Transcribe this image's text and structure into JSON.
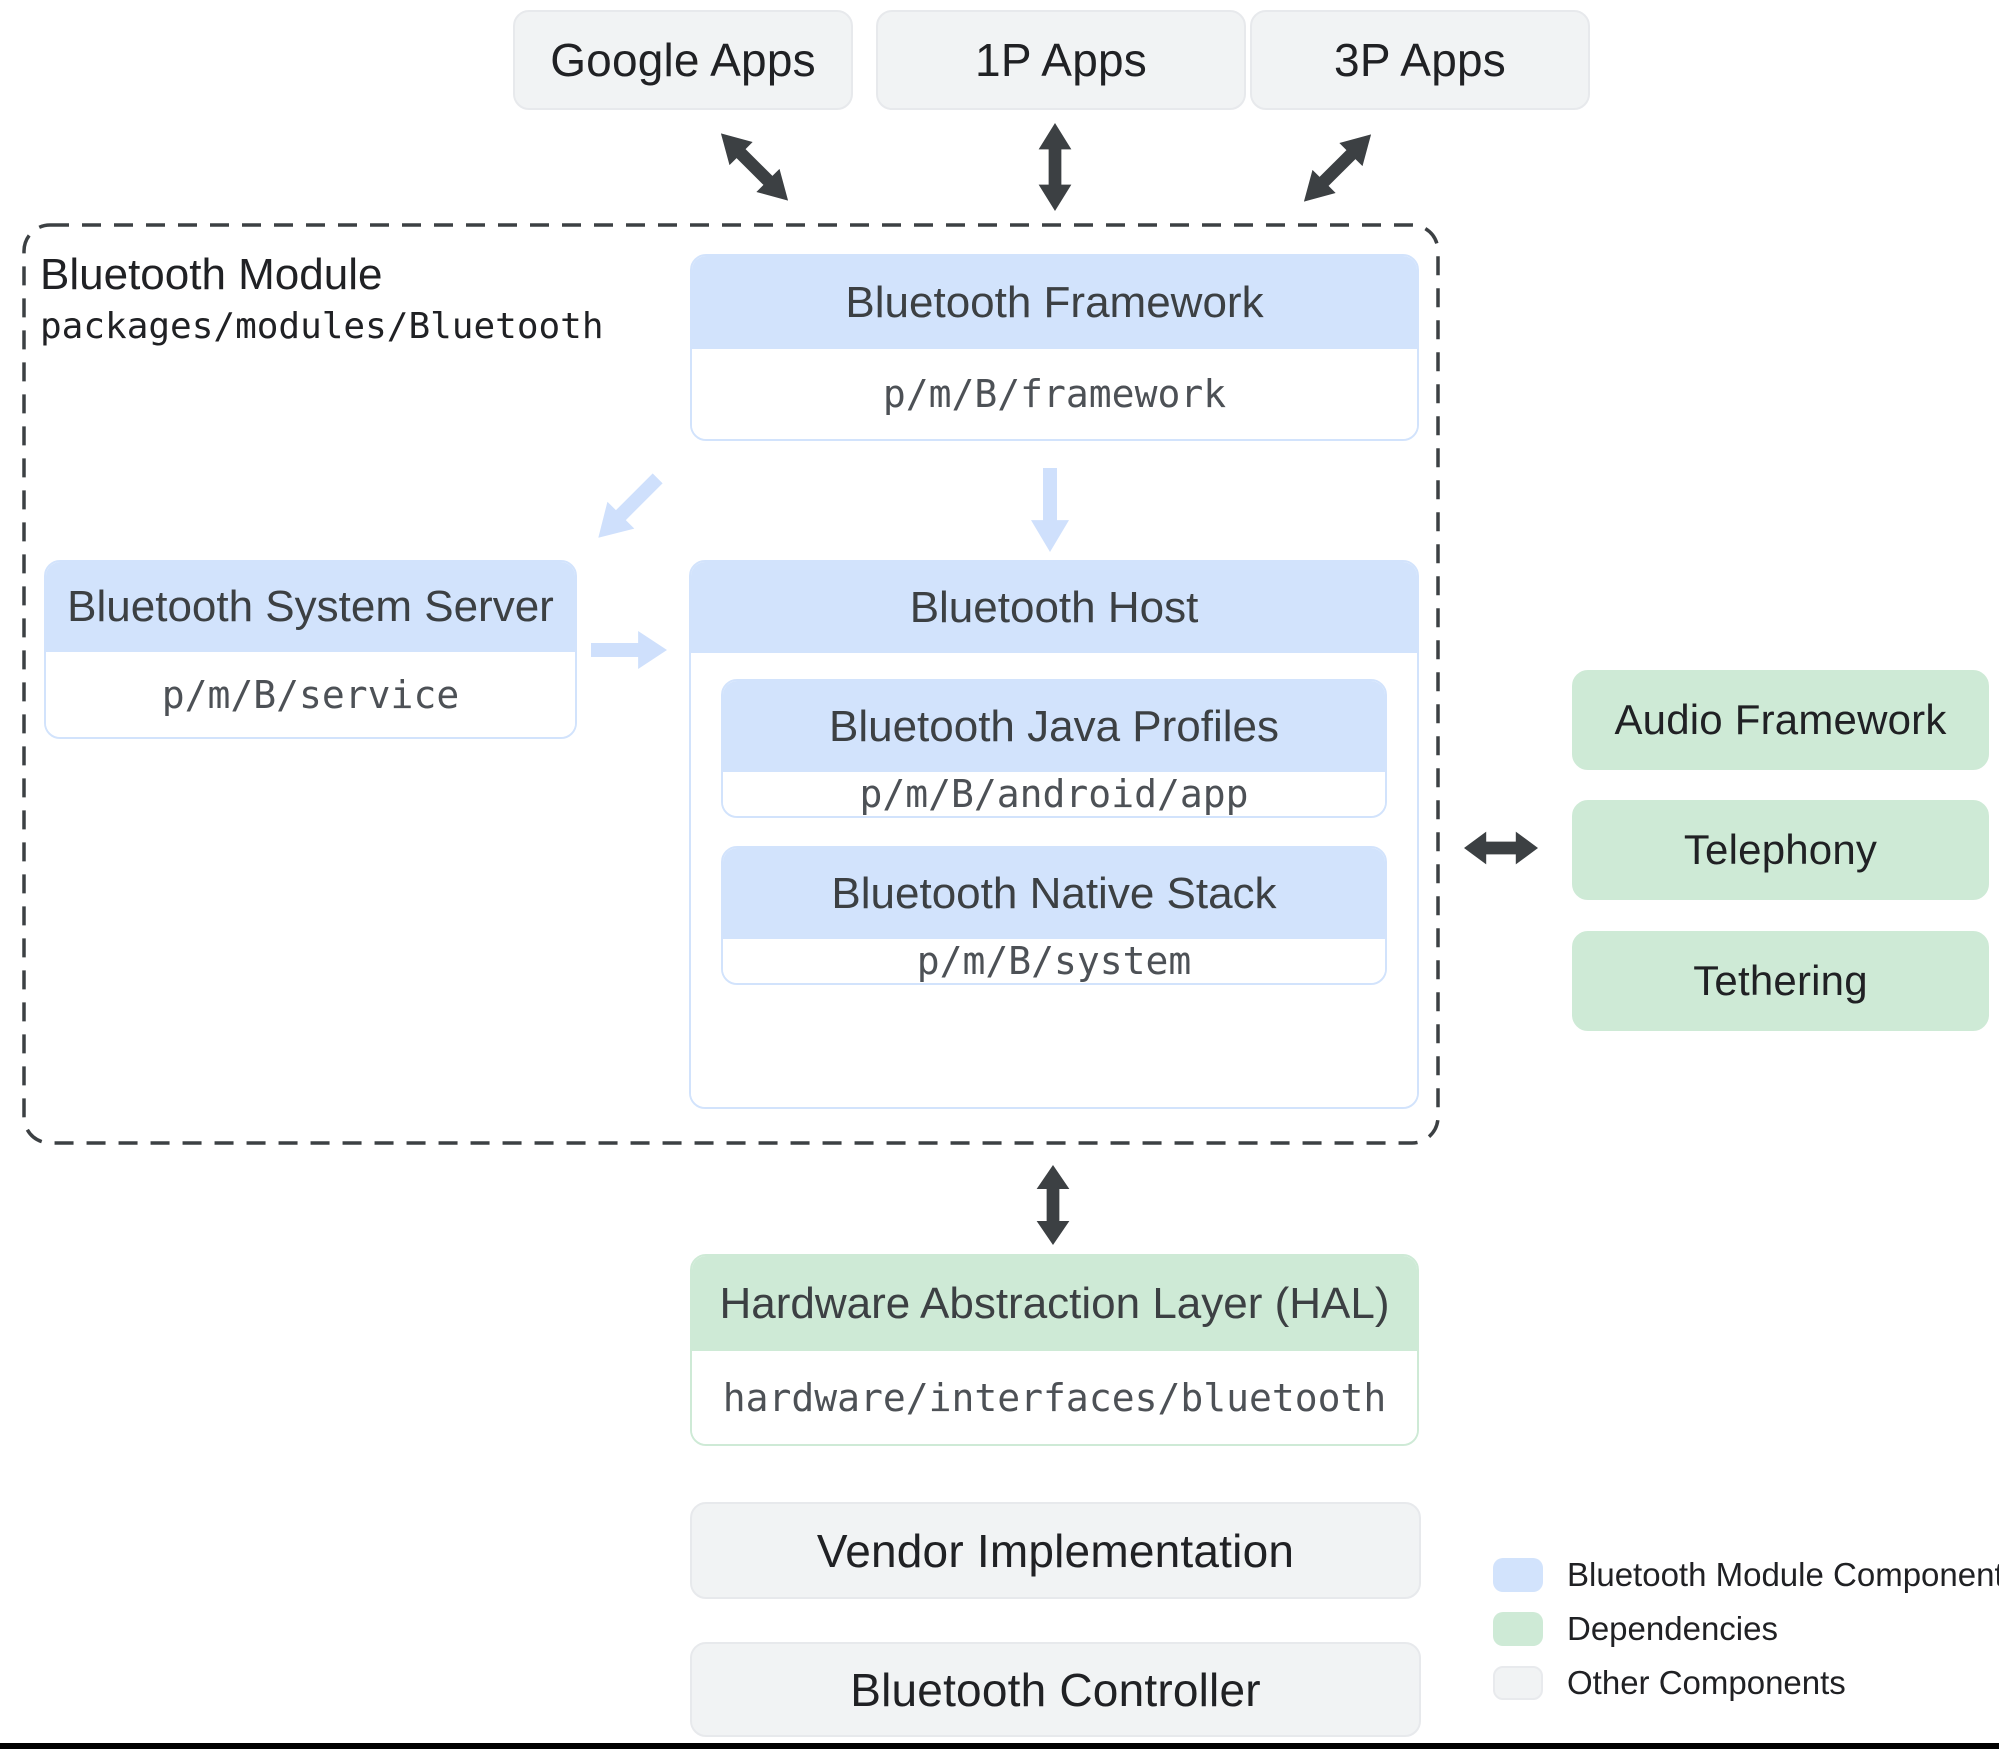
{
  "top_apps": {
    "google": "Google Apps",
    "first_party": "1P Apps",
    "third_party": "3P Apps"
  },
  "module": {
    "title": "Bluetooth Module",
    "path": "packages/modules/Bluetooth",
    "framework": {
      "title": "Bluetooth Framework",
      "path": "p/m/B/framework"
    },
    "system_server": {
      "title": "Bluetooth System Server",
      "path": "p/m/B/service"
    },
    "host": {
      "title": "Bluetooth Host",
      "java_profiles": {
        "title": "Bluetooth Java Profiles",
        "path": "p/m/B/android/app"
      },
      "native_stack": {
        "title": "Bluetooth Native Stack",
        "path": "p/m/B/system"
      }
    }
  },
  "dependencies": {
    "audio": "Audio Framework",
    "telephony": "Telephony",
    "tethering": "Tethering"
  },
  "hal": {
    "title": "Hardware Abstraction Layer (HAL)",
    "path": "hardware/interfaces/bluetooth"
  },
  "bottom": {
    "vendor": "Vendor Implementation",
    "controller": "Bluetooth Controller"
  },
  "legend": [
    {
      "label": "Bluetooth Module Components",
      "color": "#d2e3fc"
    },
    {
      "label": "Dependencies",
      "color": "#ceead6"
    },
    {
      "label": "Other Components",
      "color": "#f1f3f4"
    }
  ],
  "colors": {
    "module_component": "#d2e3fc",
    "dependency": "#ceead6",
    "other_component": "#f1f3f4",
    "arrow_dark": "#3c4043",
    "arrow_light": "#cfe0fc",
    "dashed_border": "#3c4043"
  }
}
